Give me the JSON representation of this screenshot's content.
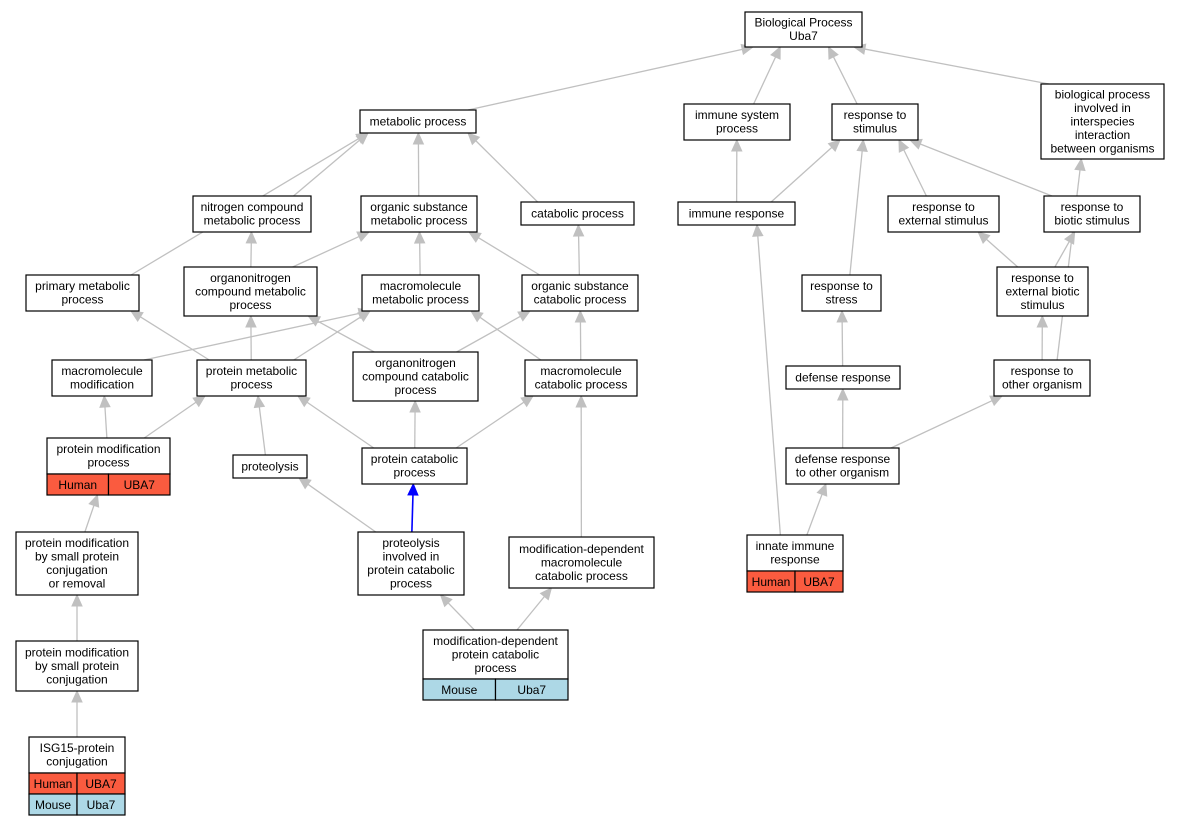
{
  "colors": {
    "human": "#fa5b3f",
    "mouse": "#add8e6",
    "edge": "#c0c0c0",
    "highlight_edge": "#0000ff"
  },
  "nodes": [
    {
      "id": "bp",
      "lines": [
        "Biological Process",
        "Uba7"
      ]
    },
    {
      "id": "metabolic",
      "lines": [
        "metabolic process"
      ]
    },
    {
      "id": "immune_sys",
      "lines": [
        "immune system",
        "process"
      ]
    },
    {
      "id": "resp_stim",
      "lines": [
        "response to",
        "stimulus"
      ]
    },
    {
      "id": "interspecies",
      "lines": [
        "biological process",
        "involved in",
        "interspecies",
        "interaction",
        "between organisms"
      ]
    },
    {
      "id": "nitrogen",
      "lines": [
        "nitrogen compound",
        "metabolic process"
      ]
    },
    {
      "id": "org_sub_met",
      "lines": [
        "organic substance",
        "metabolic process"
      ]
    },
    {
      "id": "catabolic",
      "lines": [
        "catabolic process"
      ]
    },
    {
      "id": "immune_resp",
      "lines": [
        "immune response"
      ]
    },
    {
      "id": "resp_ext",
      "lines": [
        "response to",
        "external stimulus"
      ]
    },
    {
      "id": "resp_biotic",
      "lines": [
        "response to",
        "biotic stimulus"
      ]
    },
    {
      "id": "primary",
      "lines": [
        "primary metabolic",
        "process"
      ]
    },
    {
      "id": "orgnitro_met",
      "lines": [
        "organonitrogen",
        "compound metabolic",
        "process"
      ]
    },
    {
      "id": "macro_met",
      "lines": [
        "macromolecule",
        "metabolic process"
      ]
    },
    {
      "id": "org_sub_cat",
      "lines": [
        "organic substance",
        "catabolic process"
      ]
    },
    {
      "id": "resp_stress",
      "lines": [
        "response to",
        "stress"
      ]
    },
    {
      "id": "resp_ext_biotic",
      "lines": [
        "response to",
        "external biotic",
        "stimulus"
      ]
    },
    {
      "id": "macro_mod",
      "lines": [
        "macromolecule",
        "modification"
      ]
    },
    {
      "id": "prot_met",
      "lines": [
        "protein metabolic",
        "process"
      ]
    },
    {
      "id": "orgnitro_cat",
      "lines": [
        "organonitrogen",
        "compound catabolic",
        "process"
      ]
    },
    {
      "id": "macro_cat",
      "lines": [
        "macromolecule",
        "catabolic process"
      ]
    },
    {
      "id": "defense",
      "lines": [
        "defense response"
      ]
    },
    {
      "id": "resp_other",
      "lines": [
        "response to",
        "other organism"
      ]
    },
    {
      "id": "prot_mod",
      "lines": [
        "protein modification",
        "process"
      ],
      "tags": [
        [
          "Human",
          "UBA7"
        ]
      ]
    },
    {
      "id": "proteolysis",
      "lines": [
        "proteolysis"
      ]
    },
    {
      "id": "prot_cat",
      "lines": [
        "protein catabolic",
        "process"
      ]
    },
    {
      "id": "def_other",
      "lines": [
        "defense response",
        "to other organism"
      ]
    },
    {
      "id": "pm_small_rem",
      "lines": [
        "protein modification",
        "by small protein",
        "conjugation",
        "or removal"
      ]
    },
    {
      "id": "proteo_cat",
      "lines": [
        "proteolysis",
        "involved in",
        "protein catabolic",
        "process"
      ]
    },
    {
      "id": "moddep_macro",
      "lines": [
        "modification-dependent",
        "macromolecule",
        "catabolic process"
      ]
    },
    {
      "id": "innate",
      "lines": [
        "innate immune",
        "response"
      ],
      "tags": [
        [
          "Human",
          "UBA7"
        ]
      ]
    },
    {
      "id": "pm_small",
      "lines": [
        "protein modification",
        "by small protein",
        "conjugation"
      ]
    },
    {
      "id": "moddep_prot",
      "lines": [
        "modification-dependent",
        "protein catabolic",
        "process"
      ],
      "tags": [
        [
          "Mouse",
          "Uba7"
        ]
      ]
    },
    {
      "id": "isg15",
      "lines": [
        "ISG15-protein",
        "conjugation"
      ],
      "tags": [
        [
          "Human",
          "UBA7"
        ],
        [
          "Mouse",
          "Uba7"
        ]
      ]
    }
  ],
  "edges": [
    [
      "metabolic",
      "bp"
    ],
    [
      "immune_sys",
      "bp"
    ],
    [
      "resp_stim",
      "bp"
    ],
    [
      "interspecies",
      "bp"
    ],
    [
      "nitrogen",
      "metabolic"
    ],
    [
      "org_sub_met",
      "metabolic"
    ],
    [
      "catabolic",
      "metabolic"
    ],
    [
      "primary",
      "metabolic"
    ],
    [
      "immune_resp",
      "immune_sys"
    ],
    [
      "immune_resp",
      "resp_stim"
    ],
    [
      "resp_ext",
      "resp_stim"
    ],
    [
      "resp_biotic",
      "resp_stim"
    ],
    [
      "resp_stress",
      "resp_stim"
    ],
    [
      "orgnitro_met",
      "nitrogen"
    ],
    [
      "orgnitro_met",
      "org_sub_met"
    ],
    [
      "macro_met",
      "org_sub_met"
    ],
    [
      "org_sub_cat",
      "org_sub_met"
    ],
    [
      "org_sub_cat",
      "catabolic"
    ],
    [
      "resp_ext_biotic",
      "resp_ext"
    ],
    [
      "resp_ext_biotic",
      "resp_biotic"
    ],
    [
      "resp_other",
      "resp_ext_biotic"
    ],
    [
      "resp_other",
      "interspecies"
    ],
    [
      "macro_mod",
      "macro_met"
    ],
    [
      "prot_met",
      "primary"
    ],
    [
      "prot_met",
      "orgnitro_met"
    ],
    [
      "prot_met",
      "macro_met"
    ],
    [
      "orgnitro_cat",
      "orgnitro_met"
    ],
    [
      "orgnitro_cat",
      "org_sub_cat"
    ],
    [
      "macro_cat",
      "macro_met"
    ],
    [
      "macro_cat",
      "org_sub_cat"
    ],
    [
      "defense",
      "resp_stress"
    ],
    [
      "def_other",
      "defense"
    ],
    [
      "def_other",
      "resp_other"
    ],
    [
      "prot_mod",
      "macro_mod"
    ],
    [
      "prot_mod",
      "prot_met"
    ],
    [
      "proteolysis",
      "prot_met"
    ],
    [
      "prot_cat",
      "prot_met"
    ],
    [
      "prot_cat",
      "orgnitro_cat"
    ],
    [
      "prot_cat",
      "macro_cat"
    ],
    [
      "pm_small_rem",
      "prot_mod"
    ],
    [
      "proteo_cat",
      "proteolysis"
    ],
    [
      "proteo_cat",
      "prot_cat",
      "hl"
    ],
    [
      "moddep_macro",
      "macro_cat"
    ],
    [
      "innate",
      "immune_resp"
    ],
    [
      "innate",
      "def_other"
    ],
    [
      "pm_small",
      "pm_small_rem"
    ],
    [
      "moddep_prot",
      "proteo_cat"
    ],
    [
      "moddep_prot",
      "moddep_macro"
    ],
    [
      "isg15",
      "pm_small"
    ]
  ]
}
